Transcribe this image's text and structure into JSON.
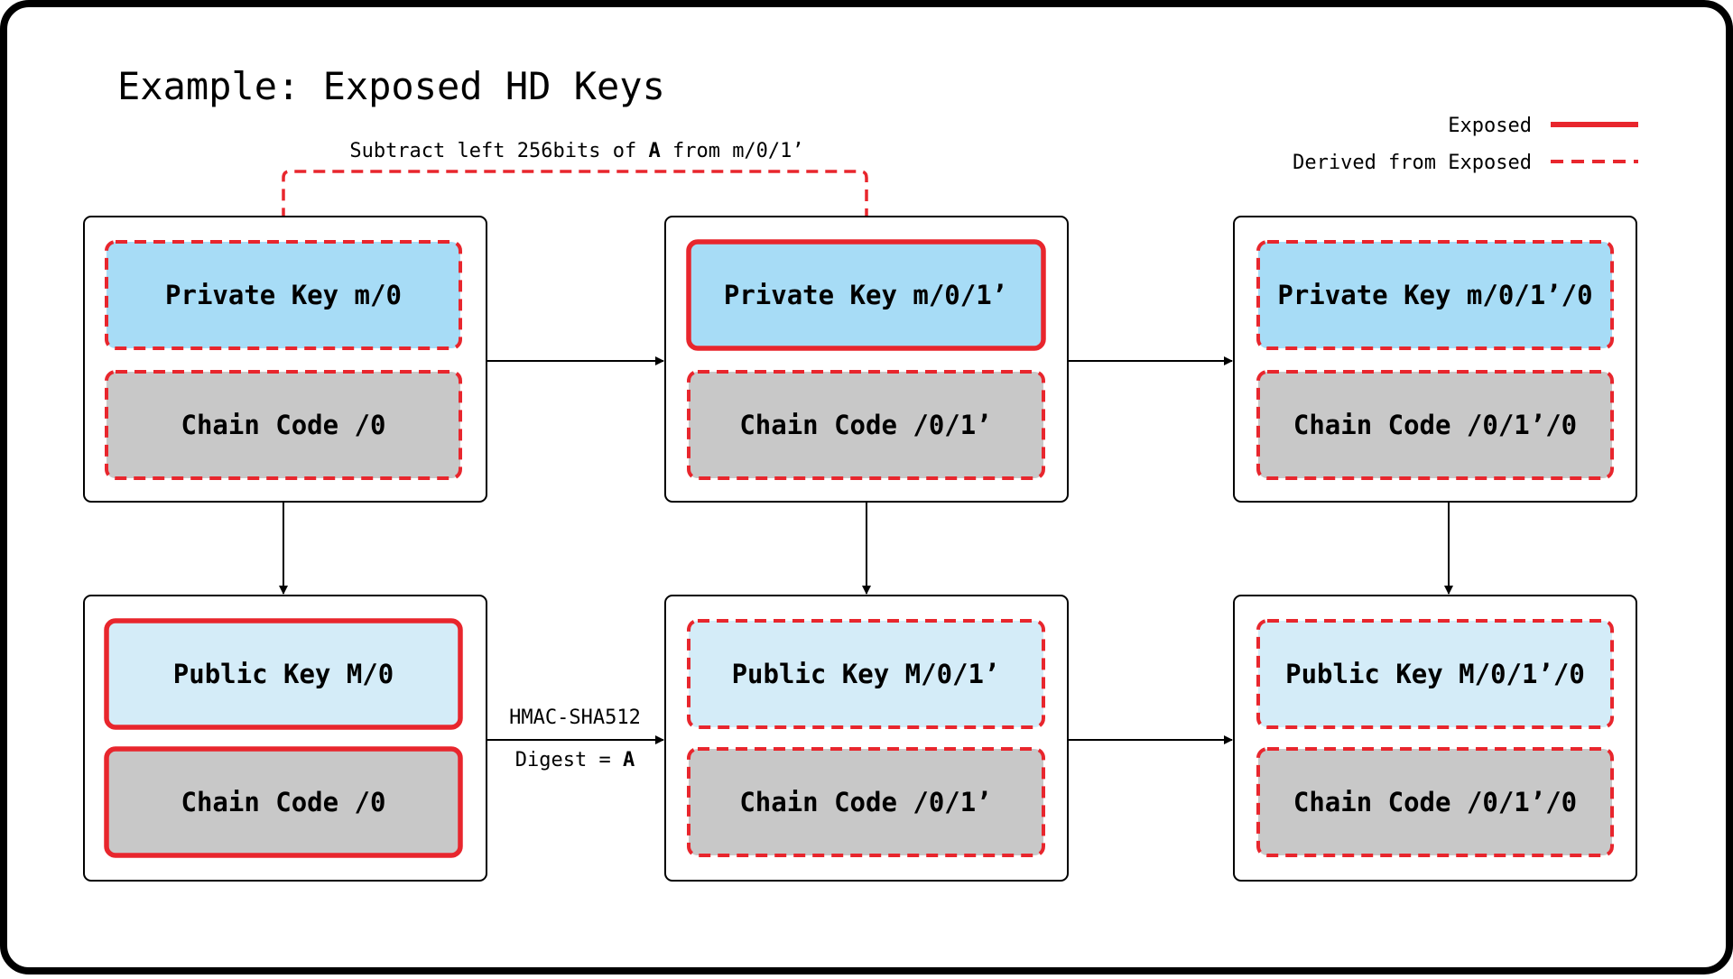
{
  "diagram": {
    "title": "Example: Exposed HD Keys",
    "legend": {
      "exposed_label": "Exposed",
      "derived_label": "Derived from Exposed"
    },
    "annotations": {
      "subtract": {
        "pre": "Subtract left 256bits of ",
        "bold": "A",
        "post": " from m/0/1’"
      },
      "hmac": "HMAC-SHA512",
      "digest": {
        "pre": "Digest = ",
        "bold": "A"
      }
    },
    "boxes": {
      "priv_m0": "Private Key m/0",
      "chain_priv_m0": "Chain Code /0",
      "priv_m01": "Private Key m/0/1’",
      "chain_priv_m01": "Chain Code /0/1’",
      "priv_m010": "Private Key m/0/1’/0",
      "chain_priv_m010": "Chain Code /0/1’/0",
      "pub_M0": "Public Key M/0",
      "chain_pub_M0": "Chain Code /0",
      "pub_M01": "Public Key M/0/1’",
      "chain_pub_M01": "Chain Code /0/1’",
      "pub_M010": "Public Key M/0/1’/0",
      "chain_pub_M010": "Chain Code /0/1’/0"
    },
    "colors": {
      "exposed_red": "#e8262d",
      "private_key_fill": "#a7dcf6",
      "public_key_fill": "#d4ecf8",
      "chain_code_fill": "#c8c8c8",
      "frame_border": "#000000"
    }
  }
}
